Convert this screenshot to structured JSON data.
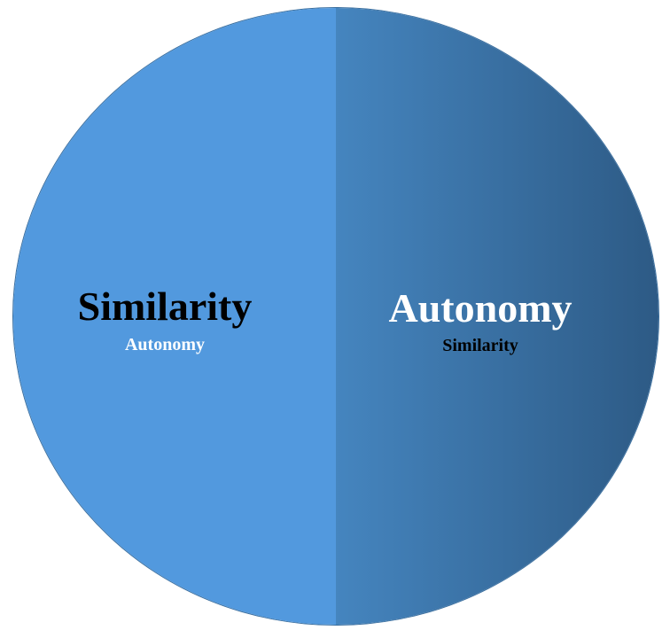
{
  "diagram": {
    "left_segment": {
      "main_label": "Similarity",
      "sub_label": "Autonomy",
      "fill_color": "#5299de",
      "main_text_color": "#000000",
      "sub_text_color": "#ffffff"
    },
    "right_segment": {
      "main_label": "Autonomy",
      "sub_label": "Similarity",
      "fill_gradient_start": "#4585bf",
      "fill_gradient_end": "#2d5a85",
      "main_text_color": "#ffffff",
      "sub_text_color": "#000000"
    }
  }
}
